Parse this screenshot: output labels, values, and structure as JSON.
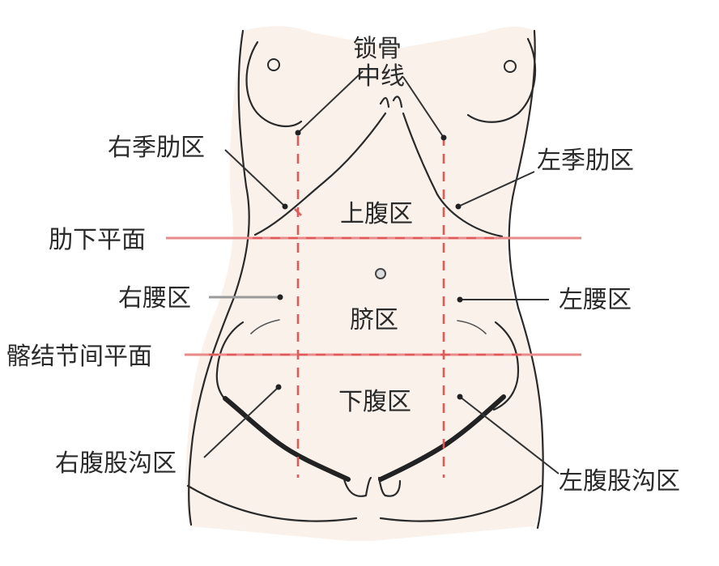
{
  "colors": {
    "guide_line": "#e98a8a",
    "dash_line": "#e05a5a",
    "skin": "#faf1ea",
    "outline": "#2a2a2a",
    "label": "#2b2b2b"
  },
  "labels": {
    "clavicle_line_1": "锁骨",
    "clavicle_line_2": "中线",
    "right_hypochondriac": "右季肋区",
    "left_hypochondriac": "左季肋区",
    "epigastric": "上腹区",
    "subcostal_plane": "肋下平面",
    "right_lumbar": "右腰区",
    "left_lumbar": "左腰区",
    "umbilical": "脐区",
    "intertubercular_plane": "髂结节间平面",
    "hypogastric": "下腹区",
    "right_inguinal": "右腹股沟区",
    "left_inguinal": "左腹股沟区"
  }
}
